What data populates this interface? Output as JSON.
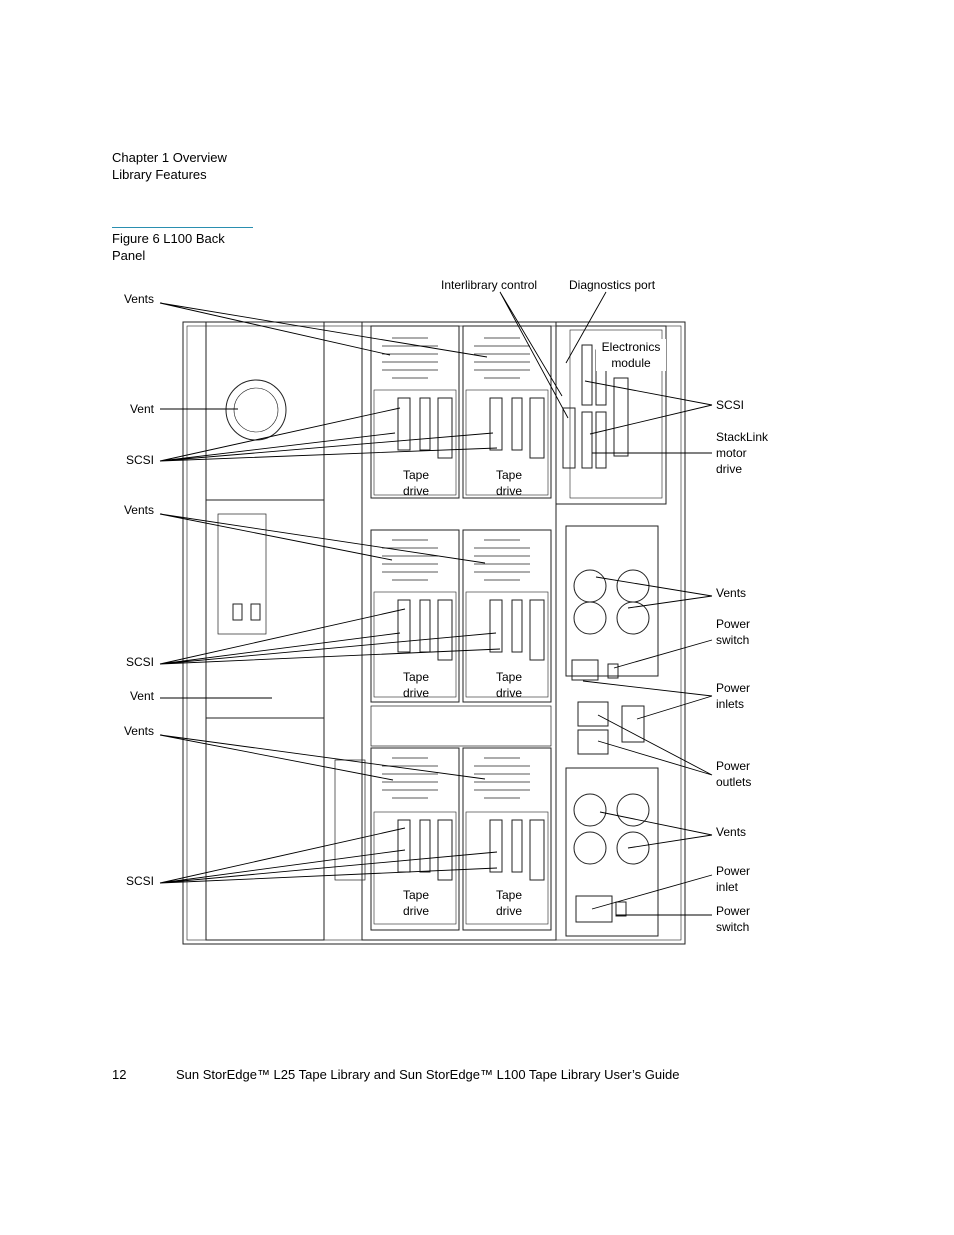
{
  "header": {
    "chapter": "Chapter 1  Overview",
    "section": "Library Features"
  },
  "figure": {
    "caption": "Figure 6  L100 Back\nPanel"
  },
  "callouts": {
    "left": {
      "vents_1": "Vents",
      "vent_1": "Vent",
      "scsi_1": "SCSI",
      "vents_2": "Vents",
      "scsi_2": "SCSI",
      "vent_2": "Vent",
      "vents_3": "Vents",
      "scsi_3": "SCSI"
    },
    "top": {
      "interlibrary": "Interlibrary control",
      "diagnostics": "Diagnostics port"
    },
    "right": {
      "scsi": "SCSI",
      "stacklink": "StackLink\nmotor\ndrive",
      "vents_1": "Vents",
      "power_switch_1": "Power\nswitch",
      "power_inlets": "Power\ninlets",
      "power_outlets": "Power\noutlets",
      "vents_2": "Vents",
      "power_inlet": "Power\ninlet",
      "power_switch_2": "Power\nswitch"
    },
    "inside": {
      "electronics_module": "Electronics\nmodule",
      "tape_drive": "Tape\ndrive"
    }
  },
  "footer": {
    "page_number": "12",
    "title": "Sun StorEdge™ L25 Tape Library and Sun StorEdge™ L100 Tape Library User’s Guide"
  }
}
